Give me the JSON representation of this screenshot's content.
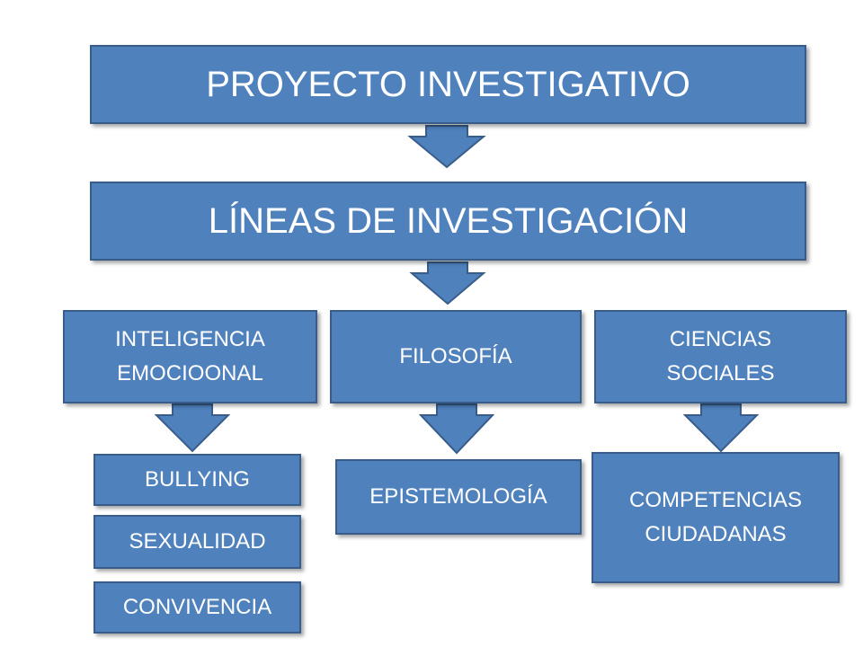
{
  "diagram": {
    "title_box": "PROYECTO INVESTIGATIVO",
    "lines_box": "LÍNEAS DE INVESTIGACIÓN",
    "branches": [
      {
        "label_lines": [
          "INTELIGENCIA",
          "EMOCIOONAL"
        ],
        "children": [
          "BULLYING",
          "SEXUALIDAD",
          "CONVIVENCIA"
        ]
      },
      {
        "label_lines": [
          "FILOSOFÍA"
        ],
        "children": [
          "EPISTEMOLOGÍA"
        ]
      },
      {
        "label_lines": [
          "CIENCIAS",
          "SOCIALES"
        ],
        "children_lines": [
          "COMPETENCIAS",
          "CIUDADANAS"
        ]
      }
    ]
  }
}
